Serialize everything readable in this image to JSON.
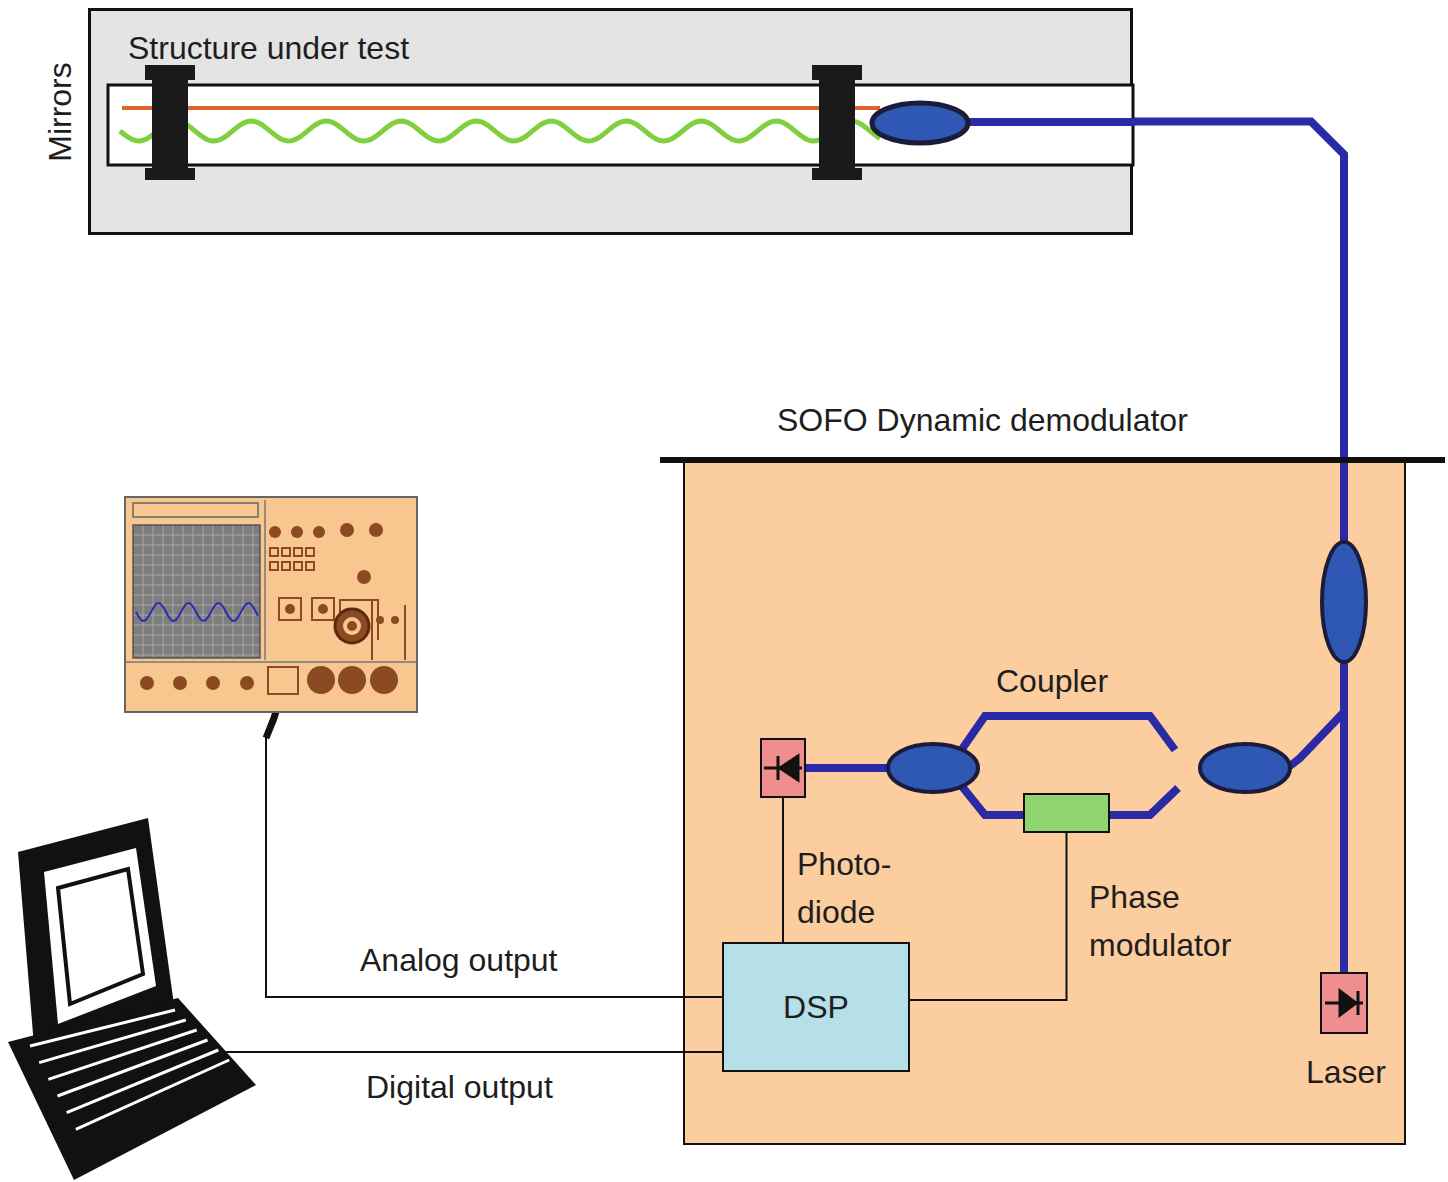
{
  "diagram": {
    "nodes": [
      {
        "text": [
          "Structure under test"
        ]
      },
      {
        "text": [
          "SOFO Dynamic demodulator"
        ]
      },
      {
        "text": [
          "Photo- diode"
        ],
        "in": 1
      },
      {
        "text": [
          "Phase modulator"
        ],
        "in": 1
      },
      {
        "text": [
          "DSP"
        ],
        "in": 1
      },
      {
        "text": [
          "Laser"
        ],
        "in": 1
      }
    ],
    "edges": [
      {
        "from": 2,
        "to": 4,
        "arrow": "none"
      },
      {
        "from": 4,
        "to": 3,
        "arrow": "none"
      },
      {
        "from": 5,
        "to": 0,
        "arrow": "none"
      }
    ],
    "labels": [
      "Mirrors",
      "Coupler",
      "Analog output",
      "Digital output"
    ]
  }
}
